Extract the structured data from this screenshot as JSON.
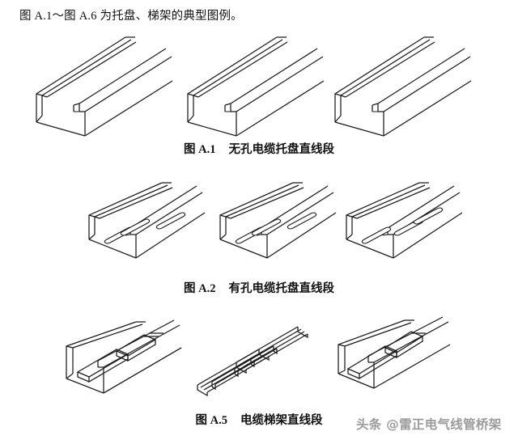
{
  "document": {
    "intro_text": "图 A.1～图 A.6 为托盘、梯架的典型图例。",
    "page_background": "#ffffff",
    "line_color": "#1b1b1b"
  },
  "figures": [
    {
      "id": "A.1",
      "caption_number": "图 A.1",
      "caption_title": "无孔电缆托盘直线段",
      "type": "solid-bottom-cable-tray",
      "item_count": 3,
      "items": [
        {
          "name": "solid-tray-left",
          "description": "无孔电缆托盘 直线段 立体图 左"
        },
        {
          "name": "solid-tray-middle",
          "description": "无孔电缆托盘 直线段 立体图 中"
        },
        {
          "name": "solid-tray-right",
          "description": "无孔电缆托盘 直线段 立体图 右"
        }
      ]
    },
    {
      "id": "A.2",
      "caption_number": "图 A.2",
      "caption_title": "有孔电缆托盘直线段",
      "type": "perforated-cable-tray",
      "item_count": 3,
      "items": [
        {
          "name": "perforated-tray-left",
          "description": "有孔电缆托盘 直线段 立体图 左"
        },
        {
          "name": "perforated-tray-middle",
          "description": "有孔电缆托盘 直线段 立体图 中"
        },
        {
          "name": "perforated-tray-right",
          "description": "有孔电缆托盘 直线段 立体图 右"
        }
      ]
    },
    {
      "id": "A.5",
      "caption_number": "图 A.5",
      "caption_title": "电缆梯架直线段",
      "type": "cable-ladder",
      "item_count": 3,
      "items": [
        {
          "name": "ladder-left",
          "description": "电缆梯架 直线段 立体图 左"
        },
        {
          "name": "ladder-middle",
          "description": "电缆梯架 直线段 俯视立体图 中"
        },
        {
          "name": "ladder-right",
          "description": "电缆梯架 直线段 立体图 右"
        }
      ]
    }
  ],
  "watermark": {
    "text": "头条 @雷正电气线管桥架",
    "color": "#9b9b9b"
  }
}
